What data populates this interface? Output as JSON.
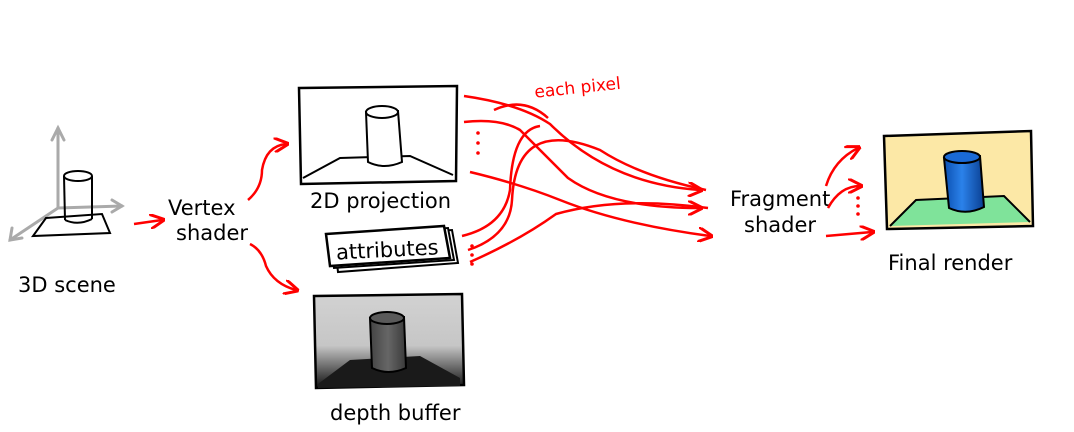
{
  "labels": {
    "scene": "3D scene",
    "vertex_line1": "Vertex",
    "vertex_line2": "shader",
    "projection": "2D projection",
    "attributes": "attributes",
    "depth": "depth buffer",
    "each_pixel": "each pixel",
    "fragment_line1": "Fragment",
    "fragment_line2": "shader",
    "final": "Final render"
  },
  "colors": {
    "arrow": "#ff0000",
    "outline": "#000000",
    "axes": "#aaaaaa",
    "final_bg": "#fce8a6",
    "final_ground": "#7fe39a",
    "cylinder_blue": "#1a6ad6",
    "depth_bg": "#cccccc",
    "depth_cylinder": "#555555"
  }
}
